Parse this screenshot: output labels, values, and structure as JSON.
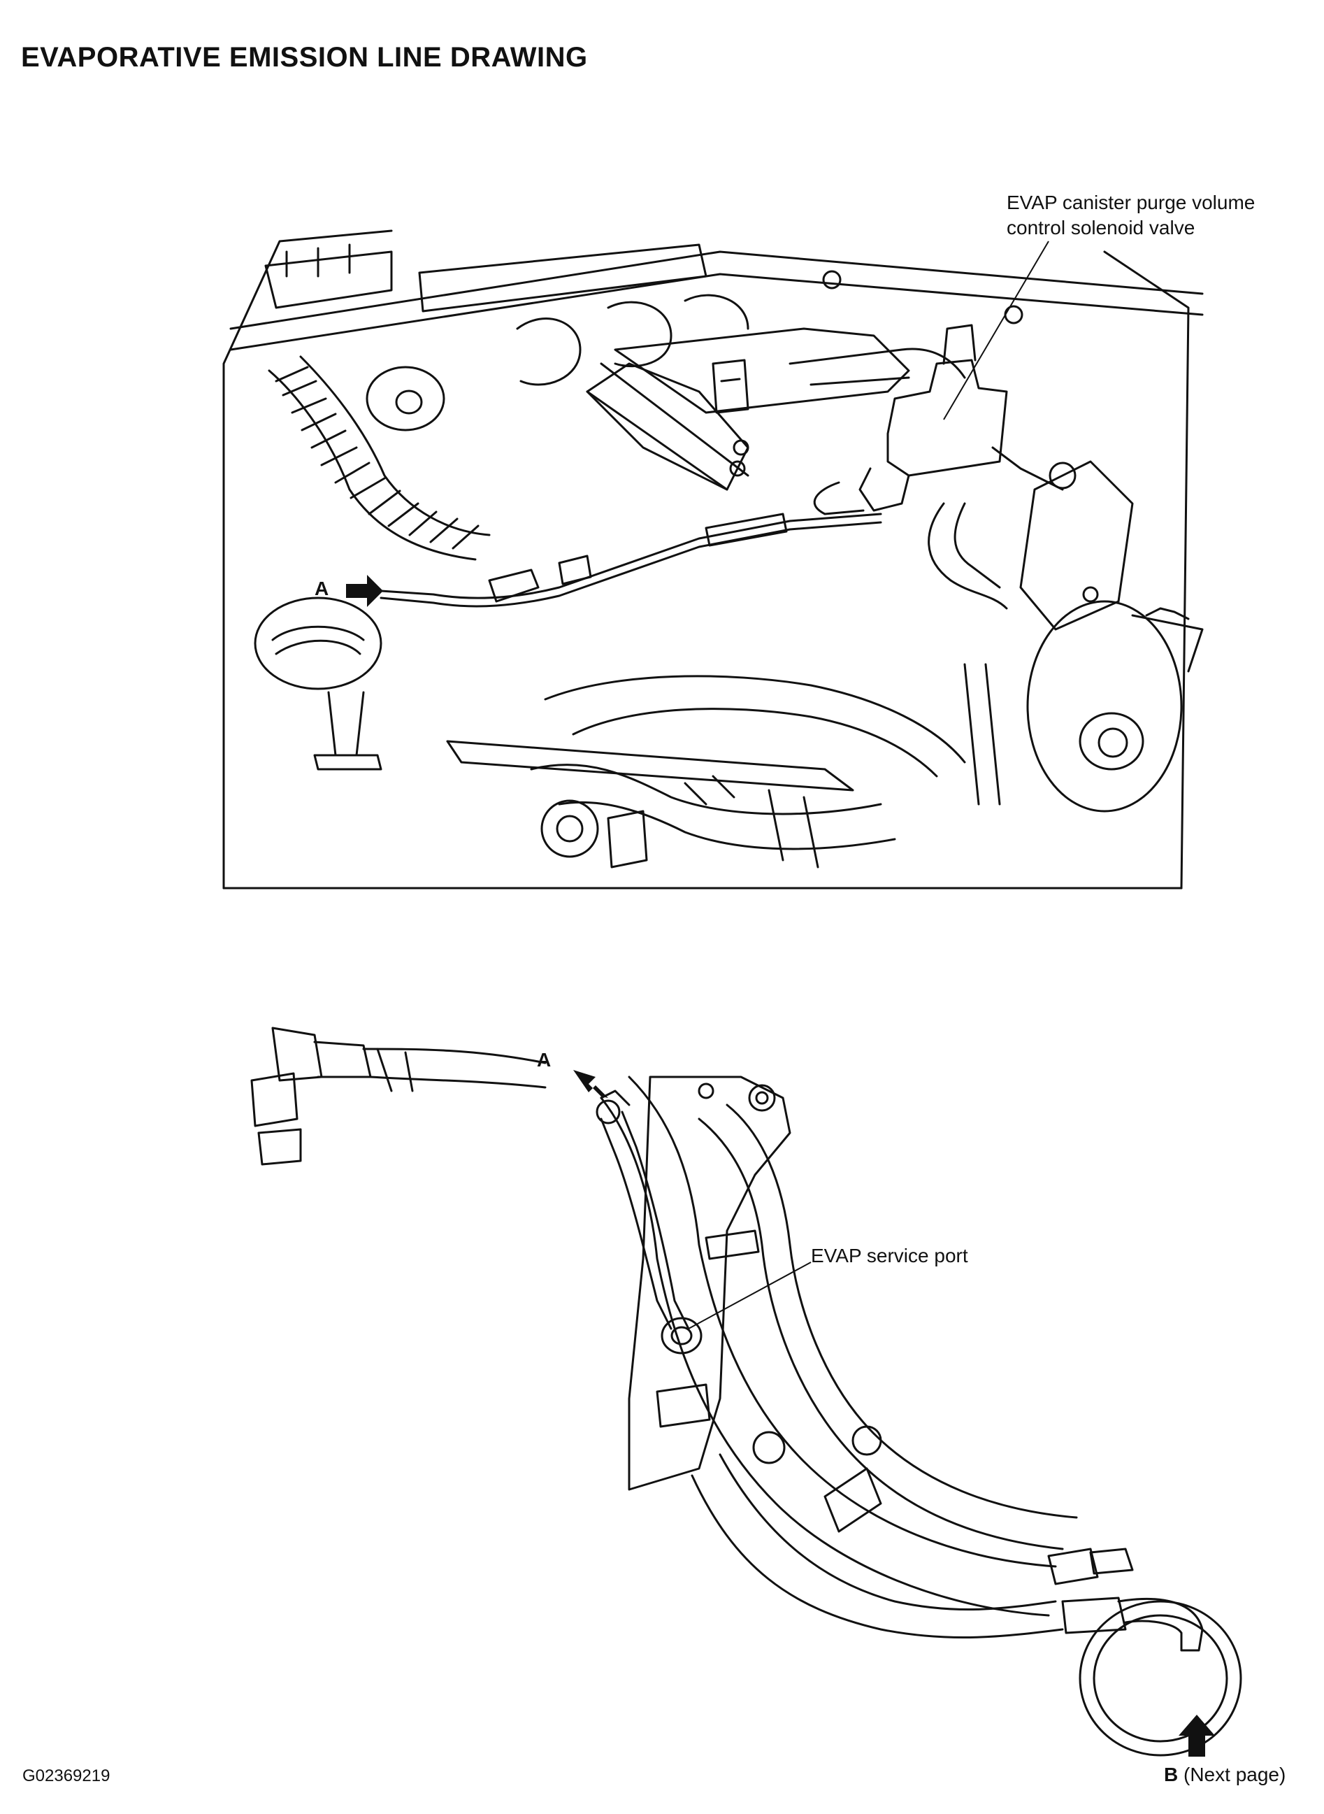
{
  "document": {
    "title": "EVAPORATIVE EMISSION LINE DRAWING",
    "figure_id": "G02369219"
  },
  "top_view": {
    "label_solenoid_line1": "EVAP canister purge volume",
    "label_solenoid_line2": "control solenoid valve",
    "callout_a": "A"
  },
  "bottom_view": {
    "callout_a": "A",
    "label_service_port": "EVAP service port",
    "callout_b_letter": "B",
    "callout_b_text": "(Next page)"
  },
  "colors": {
    "line": "#111111",
    "background": "#ffffff"
  },
  "icons": [
    "arrow-right-icon",
    "arrow-up-left-icon",
    "arrow-up-icon"
  ]
}
